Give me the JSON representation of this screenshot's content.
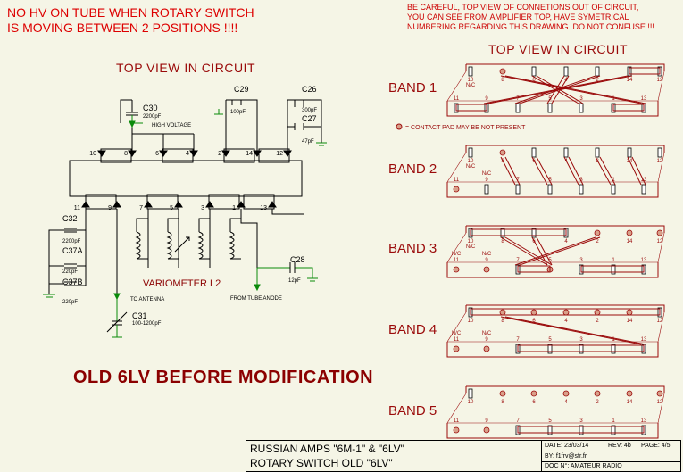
{
  "warning_left": [
    "NO HV ON TUBE WHEN ROTARY SWITCH",
    "IS MOVING BETWEEN 2 POSITIONS !!!!"
  ],
  "warning_right": [
    "BE CAREFUL, TOP VIEW OF CONNETIONS OUT OF CIRCUIT,",
    "YOU CAN SEE FROM AMPLIFIER TOP, HAVE SYMETRICAL",
    "NUMBERING REGARDING THIS DRAWING. DO NOT CONFUSE !!!"
  ],
  "left_heading": "TOP VIEW IN CIRCUIT",
  "right_heading": "TOP VIEW IN CIRCUIT",
  "legend_text": "= CONTACT PAD MAY BE NOT PRESENT",
  "main_caption": "OLD 6LV BEFORE MODIFICATION",
  "components": {
    "c30": "C30",
    "c30v": "2200pF",
    "hv": "HIGH VOLTAGE",
    "c29": "C29",
    "c29v": "100pF",
    "c26": "C26",
    "c26v": "300pF",
    "c27": "C27",
    "c27v": "47pF",
    "c32": "C32",
    "c32v": "2200pF",
    "c37a": "C37A",
    "c37av": "220pF",
    "c37b": "C37B",
    "c37bv": "220pF",
    "variometer": "VARIOMETER L2",
    "antenna": "TO ANTENNA",
    "c31": "C31",
    "c31v": "100-1200pF",
    "anode": "FROM TUBE ANODE",
    "c28": "C28",
    "c28v": "12pF"
  },
  "left_upper_pins": [
    "10",
    "8",
    "6",
    "4",
    "2",
    "14",
    "12"
  ],
  "left_lower_pins": [
    "11",
    "9",
    "7",
    "5",
    "3",
    "1",
    "13"
  ],
  "bands": [
    {
      "label": "BAND 1",
      "top": [
        "10",
        "8",
        "6",
        "4",
        "2",
        "14",
        "12"
      ],
      "top_nc": "N/C",
      "bottom": [
        "11",
        "9",
        "7",
        "5",
        "3",
        "1",
        "13"
      ],
      "bottom_nc": [
        "",
        ""
      ]
    },
    {
      "label": "BAND 2",
      "top": [
        "10",
        "8",
        "6",
        "4",
        "2",
        "14",
        "12"
      ],
      "top_nc": "N/C",
      "bottom": [
        "11",
        "9",
        "7",
        "5",
        "3",
        "1",
        "13"
      ],
      "bottom_nc": [
        "",
        "N/C"
      ]
    },
    {
      "label": "BAND 3",
      "top": [
        "10",
        "8",
        "6",
        "4",
        "2",
        "14",
        "12"
      ],
      "top_nc": "N/C",
      "bottom": [
        "11",
        "9",
        "7",
        "5",
        "3",
        "1",
        "13"
      ],
      "bottom_nc": [
        "N/C",
        "N/C"
      ]
    },
    {
      "label": "BAND 4",
      "top": [
        "10",
        "8",
        "6",
        "4",
        "2",
        "14",
        "12"
      ],
      "top_nc": "",
      "bottom": [
        "11",
        "9",
        "7",
        "5",
        "3",
        "1",
        "13"
      ],
      "bottom_nc": [
        "N/C",
        "N/C"
      ]
    },
    {
      "label": "BAND 5",
      "top": [
        "10",
        "8",
        "6",
        "4",
        "2",
        "14",
        "12"
      ],
      "top_nc": "",
      "bottom": [
        "11",
        "9",
        "7",
        "5",
        "3",
        "1",
        "13"
      ],
      "bottom_nc": [
        "",
        ""
      ]
    }
  ],
  "title_block": {
    "line1": "RUSSIAN AMPS \"6M-1\" & \"6LV\"",
    "line2": "ROTARY SWITCH OLD \"6LV\"",
    "date": "DATE: 23/03/14",
    "rev": "REV: 4b",
    "page": "PAGE: 4/5",
    "by": "BY: f1frv@sfr.fr",
    "doc": "DOC N°: AMATEUR RADIO"
  }
}
